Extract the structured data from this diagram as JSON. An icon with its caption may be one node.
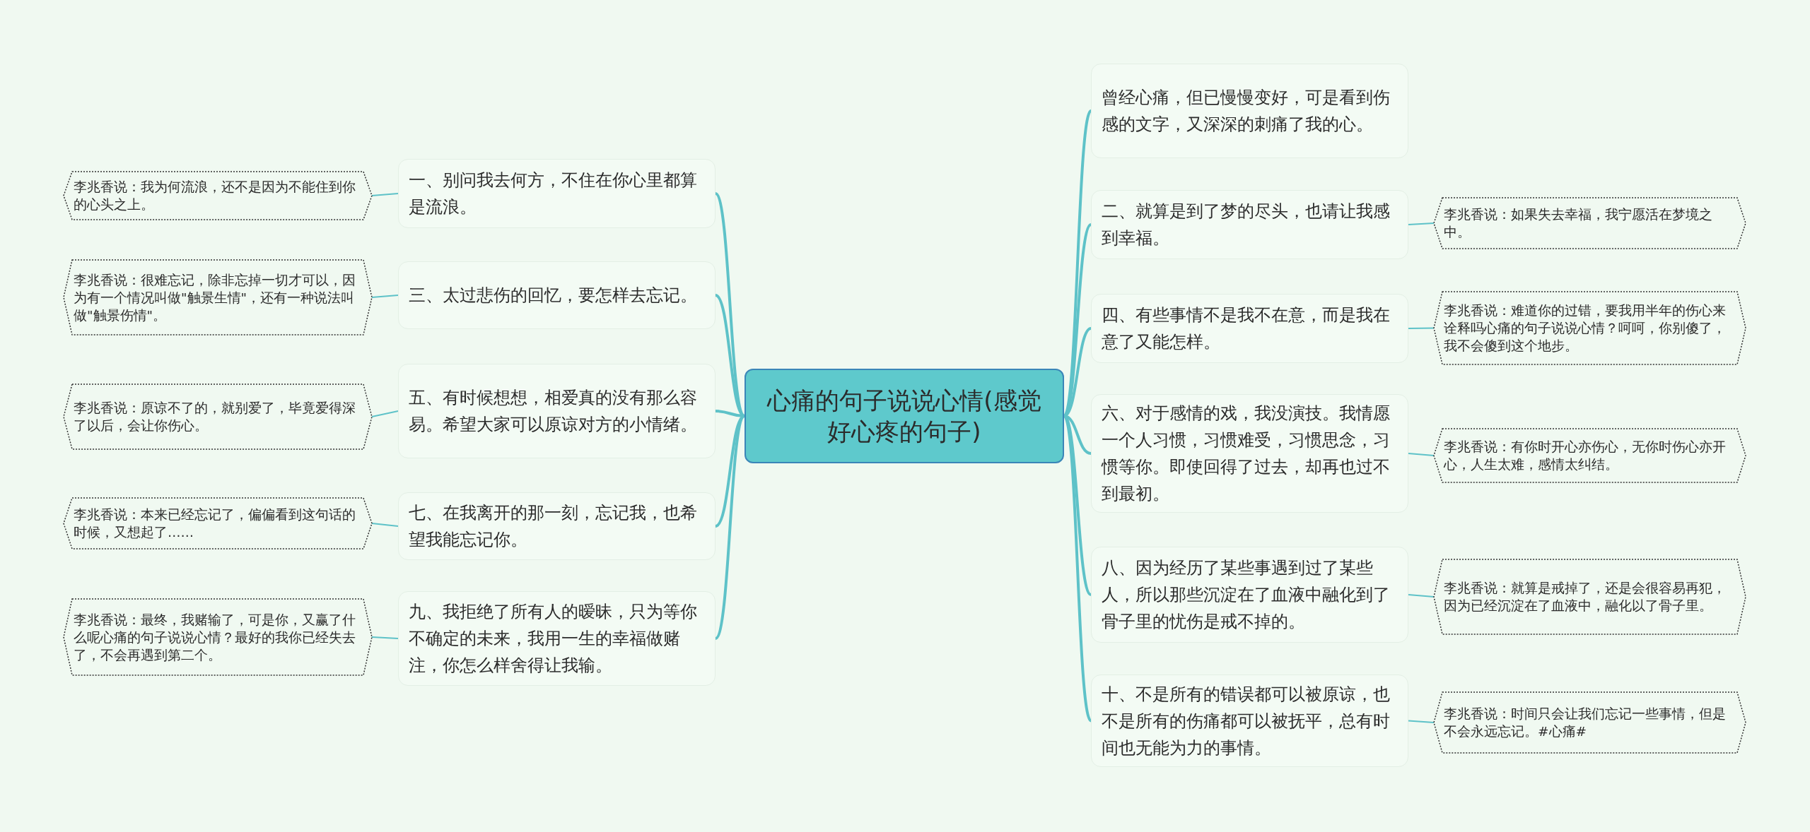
{
  "diagram": {
    "nodes": [
      {
        "text": [
          "心痛的句子说说心情(感觉好心疼的句子)"
        ]
      },
      {
        "text": [
          "一、别问我去何方，不住在你心里都算是流浪。"
        ]
      },
      {
        "text": [
          "三、太过悲伤的回忆，要怎样去忘记。"
        ]
      },
      {
        "text": [
          "五、有时候想想，相爱真的没有那么容易。希望大家可以原谅对方的小情绪。"
        ]
      },
      {
        "text": [
          "七、在我离开的那一刻，忘记我，也希望我能忘记你。"
        ]
      },
      {
        "text": [
          "九、我拒绝了所有人的暧昧，只为等你不确定的未来，我用一生的幸福做赌注，你怎么样舍得让我输。"
        ]
      },
      {
        "text": [
          "李兆香说：我为何流浪，还不是因为不能住到你的心头之上。"
        ]
      },
      {
        "text": [
          "李兆香说：很难忘记，除非忘掉一切才可以，因为有一个情况叫做\"触景生情\"，还有一种说法叫做\"触景伤情\"。"
        ]
      },
      {
        "text": [
          "李兆香说：原谅不了的，就别爱了，毕竟爱得深了以后，会让你伤心。"
        ]
      },
      {
        "text": [
          "李兆香说：本来已经忘记了，偏偏看到这句话的时候，又想起了……"
        ]
      },
      {
        "text": [
          "李兆香说：最终，我赌输了，可是你，又赢了什么呢心痛的句子说说心情？最好的我你已经失去了，不会再遇到第二个。"
        ]
      },
      {
        "text": [
          "曾经心痛，但已慢慢变好，可是看到伤感的文字，又深深的刺痛了我的心。"
        ]
      },
      {
        "text": [
          "二、就算是到了梦的尽头，也请让我感到幸福。"
        ]
      },
      {
        "text": [
          "四、有些事情不是我不在意，而是我在意了又能怎样。"
        ]
      },
      {
        "text": [
          "六、对于感情的戏，我没演技。我情愿一个人习惯，习惯难受，习惯思念，习惯等你。即使回得了过去，却再也过不到最初。"
        ]
      },
      {
        "text": [
          "八、因为经历了某些事遇到过了某些人，所以那些沉淀在了血液中融化到了骨子里的忧伤是戒不掉的。"
        ]
      },
      {
        "text": [
          "十、不是所有的错误都可以被原谅，也不是所有的伤痛都可以被抚平，总有时间也无能为力的事情。"
        ]
      },
      {
        "text": [
          "李兆香说：如果失去幸福，我宁愿活在梦境之中。"
        ]
      },
      {
        "text": [
          "李兆香说：难道你的过错，要我用半年的伤心来诠释吗心痛的句子说说心情？呵呵，你别傻了，我不会傻到这个地步。"
        ]
      },
      {
        "text": [
          "李兆香说：有你时开心亦伤心，无你时伤心亦开心，人生太难，感情太纠结。"
        ]
      },
      {
        "text": [
          "李兆香说：就算是戒掉了，还是会很容易再犯，因为已经沉淀在了血液中，融化以了骨子里。"
        ]
      },
      {
        "text": [
          "李兆香说：时间只会让我们忘记一些事情，但是不会永远忘记。#心痛#"
        ]
      }
    ],
    "edges": [
      {
        "from": 0,
        "to": 1,
        "arrow": "none"
      },
      {
        "from": 0,
        "to": 2,
        "arrow": "none"
      },
      {
        "from": 0,
        "to": 3,
        "arrow": "none"
      },
      {
        "from": 0,
        "to": 4,
        "arrow": "none"
      },
      {
        "from": 0,
        "to": 5,
        "arrow": "none"
      },
      {
        "from": 1,
        "to": 6,
        "arrow": "none"
      },
      {
        "from": 2,
        "to": 7,
        "arrow": "none"
      },
      {
        "from": 3,
        "to": 8,
        "arrow": "none"
      },
      {
        "from": 4,
        "to": 9,
        "arrow": "none"
      },
      {
        "from": 5,
        "to": 10,
        "arrow": "none"
      },
      {
        "from": 0,
        "to": 11,
        "arrow": "none"
      },
      {
        "from": 0,
        "to": 12,
        "arrow": "none"
      },
      {
        "from": 0,
        "to": 13,
        "arrow": "none"
      },
      {
        "from": 0,
        "to": 14,
        "arrow": "none"
      },
      {
        "from": 0,
        "to": 15,
        "arrow": "none"
      },
      {
        "from": 0,
        "to": 16,
        "arrow": "none"
      },
      {
        "from": 12,
        "to": 17,
        "arrow": "none"
      },
      {
        "from": 13,
        "to": 18,
        "arrow": "none"
      },
      {
        "from": 14,
        "to": 19,
        "arrow": "none"
      },
      {
        "from": 15,
        "to": 20,
        "arrow": "none"
      },
      {
        "from": 16,
        "to": 21,
        "arrow": "none"
      }
    ]
  }
}
